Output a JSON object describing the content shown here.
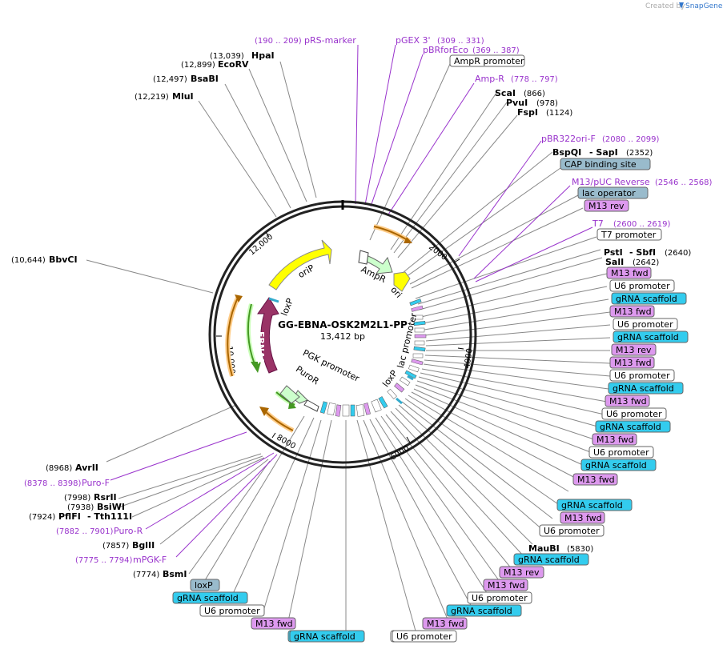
{
  "header": {
    "credit": "Created by",
    "brand": "SnapGene"
  },
  "plasmid": {
    "name": "GG-EBNA-OSK2M2L1-PP",
    "size": "13,412 bp"
  },
  "ticks": [
    "2000",
    "4000",
    "6000",
    "8000",
    "10,000",
    "12,000"
  ],
  "features_inside": [
    "oriP",
    "AmpR",
    "ori",
    "lac promoter",
    "loxP",
    "PGK promoter",
    "PuroR",
    "EBNA1",
    "loxP"
  ],
  "sites_right": [
    {
      "pos": "(866)",
      "name": "ScaI"
    },
    {
      "pos": "(978)",
      "name": "PvuI"
    },
    {
      "pos": "(1124)",
      "name": "FspI"
    },
    {
      "name": "BspQI",
      "name2": "- SapI",
      "pos": "(2352)"
    },
    {
      "name": "PstI",
      "name2": "- SbfI",
      "pos": "(2640)"
    },
    {
      "name": "SalI",
      "pos": "(2642)"
    },
    {
      "name": "MauBI",
      "pos": "(5830)"
    }
  ],
  "sites_left": [
    {
      "pos": "(13,039)",
      "name": "HpaI"
    },
    {
      "pos": "(12,899)",
      "name": "EcoRV"
    },
    {
      "pos": "(12,497)",
      "name": "BsaBI"
    },
    {
      "pos": "(12,219)",
      "name": "MluI"
    },
    {
      "pos": "(10,644)",
      "name": "BbvCI"
    },
    {
      "pos": "(8968)",
      "name": "AvrII"
    },
    {
      "pos": "(7998)",
      "name": "RsrII"
    },
    {
      "pos": "(7938)",
      "name": "BsiWI"
    },
    {
      "pos": "(7924)",
      "name": "PflFI",
      "name2": "- Tth111I"
    },
    {
      "pos": "(7857)",
      "name": "BglII"
    },
    {
      "pos": "(7774)",
      "name": "BsmI"
    }
  ],
  "primers": [
    {
      "range": "(190 .. 209)",
      "name": "pRS-marker"
    },
    {
      "name": "pGEX 3'",
      "range": "(309 .. 331)"
    },
    {
      "name": "pBRforEco",
      "range": "(369 .. 387)"
    },
    {
      "name": "Amp-R",
      "range": "(778 .. 797)"
    },
    {
      "name": "pBR322ori-F",
      "range": "(2080 .. 2099)"
    },
    {
      "name": "M13/pUC Reverse",
      "range": "(2546 .. 2568)"
    },
    {
      "name": "T7",
      "range": "(2600 .. 2619)"
    },
    {
      "range": "(8378 .. 8398)",
      "name": "Puro-F"
    },
    {
      "range": "(7882 .. 7901)",
      "name": "Puro-R"
    },
    {
      "range": "(7775 .. 7794)",
      "name": "mPGK-F"
    }
  ],
  "feature_boxes": [
    "AmpR promoter",
    "CAP binding site",
    "lac operator",
    "M13 rev",
    "T7 promoter",
    "M13 fwd",
    "U6 promoter",
    "gRNA scaffold",
    "M13 fwd",
    "U6 promoter",
    "gRNA scaffold",
    "M13 rev",
    "M13 fwd",
    "U6 promoter",
    "gRNA scaffold",
    "M13 fwd",
    "U6 promoter",
    "gRNA scaffold",
    "M13 fwd",
    "U6 promoter",
    "gRNA scaffold",
    "M13 fwd",
    "gRNA scaffold",
    "M13 fwd",
    "U6 promoter",
    "gRNA scaffold",
    "M13 rev",
    "M13 fwd",
    "U6 promoter",
    "gRNA scaffold",
    "M13 fwd",
    "U6 promoter",
    "gRNA scaffold",
    "loxP",
    "gRNA scaffold",
    "U6 promoter",
    "M13 fwd",
    "gRNA scaffold",
    "U6 promoter"
  ],
  "colors": {
    "promoter": "#ffffff",
    "scaffold": "#33ccee",
    "m13": "#dd99ee",
    "cap": "#99bbcc",
    "loxp": "#99bbcc",
    "oriP": "#ffff00",
    "ebna1": "#993366",
    "ampr": "#ccffcc",
    "primer": "#9933cc",
    "snapgene": "#3377cc"
  }
}
